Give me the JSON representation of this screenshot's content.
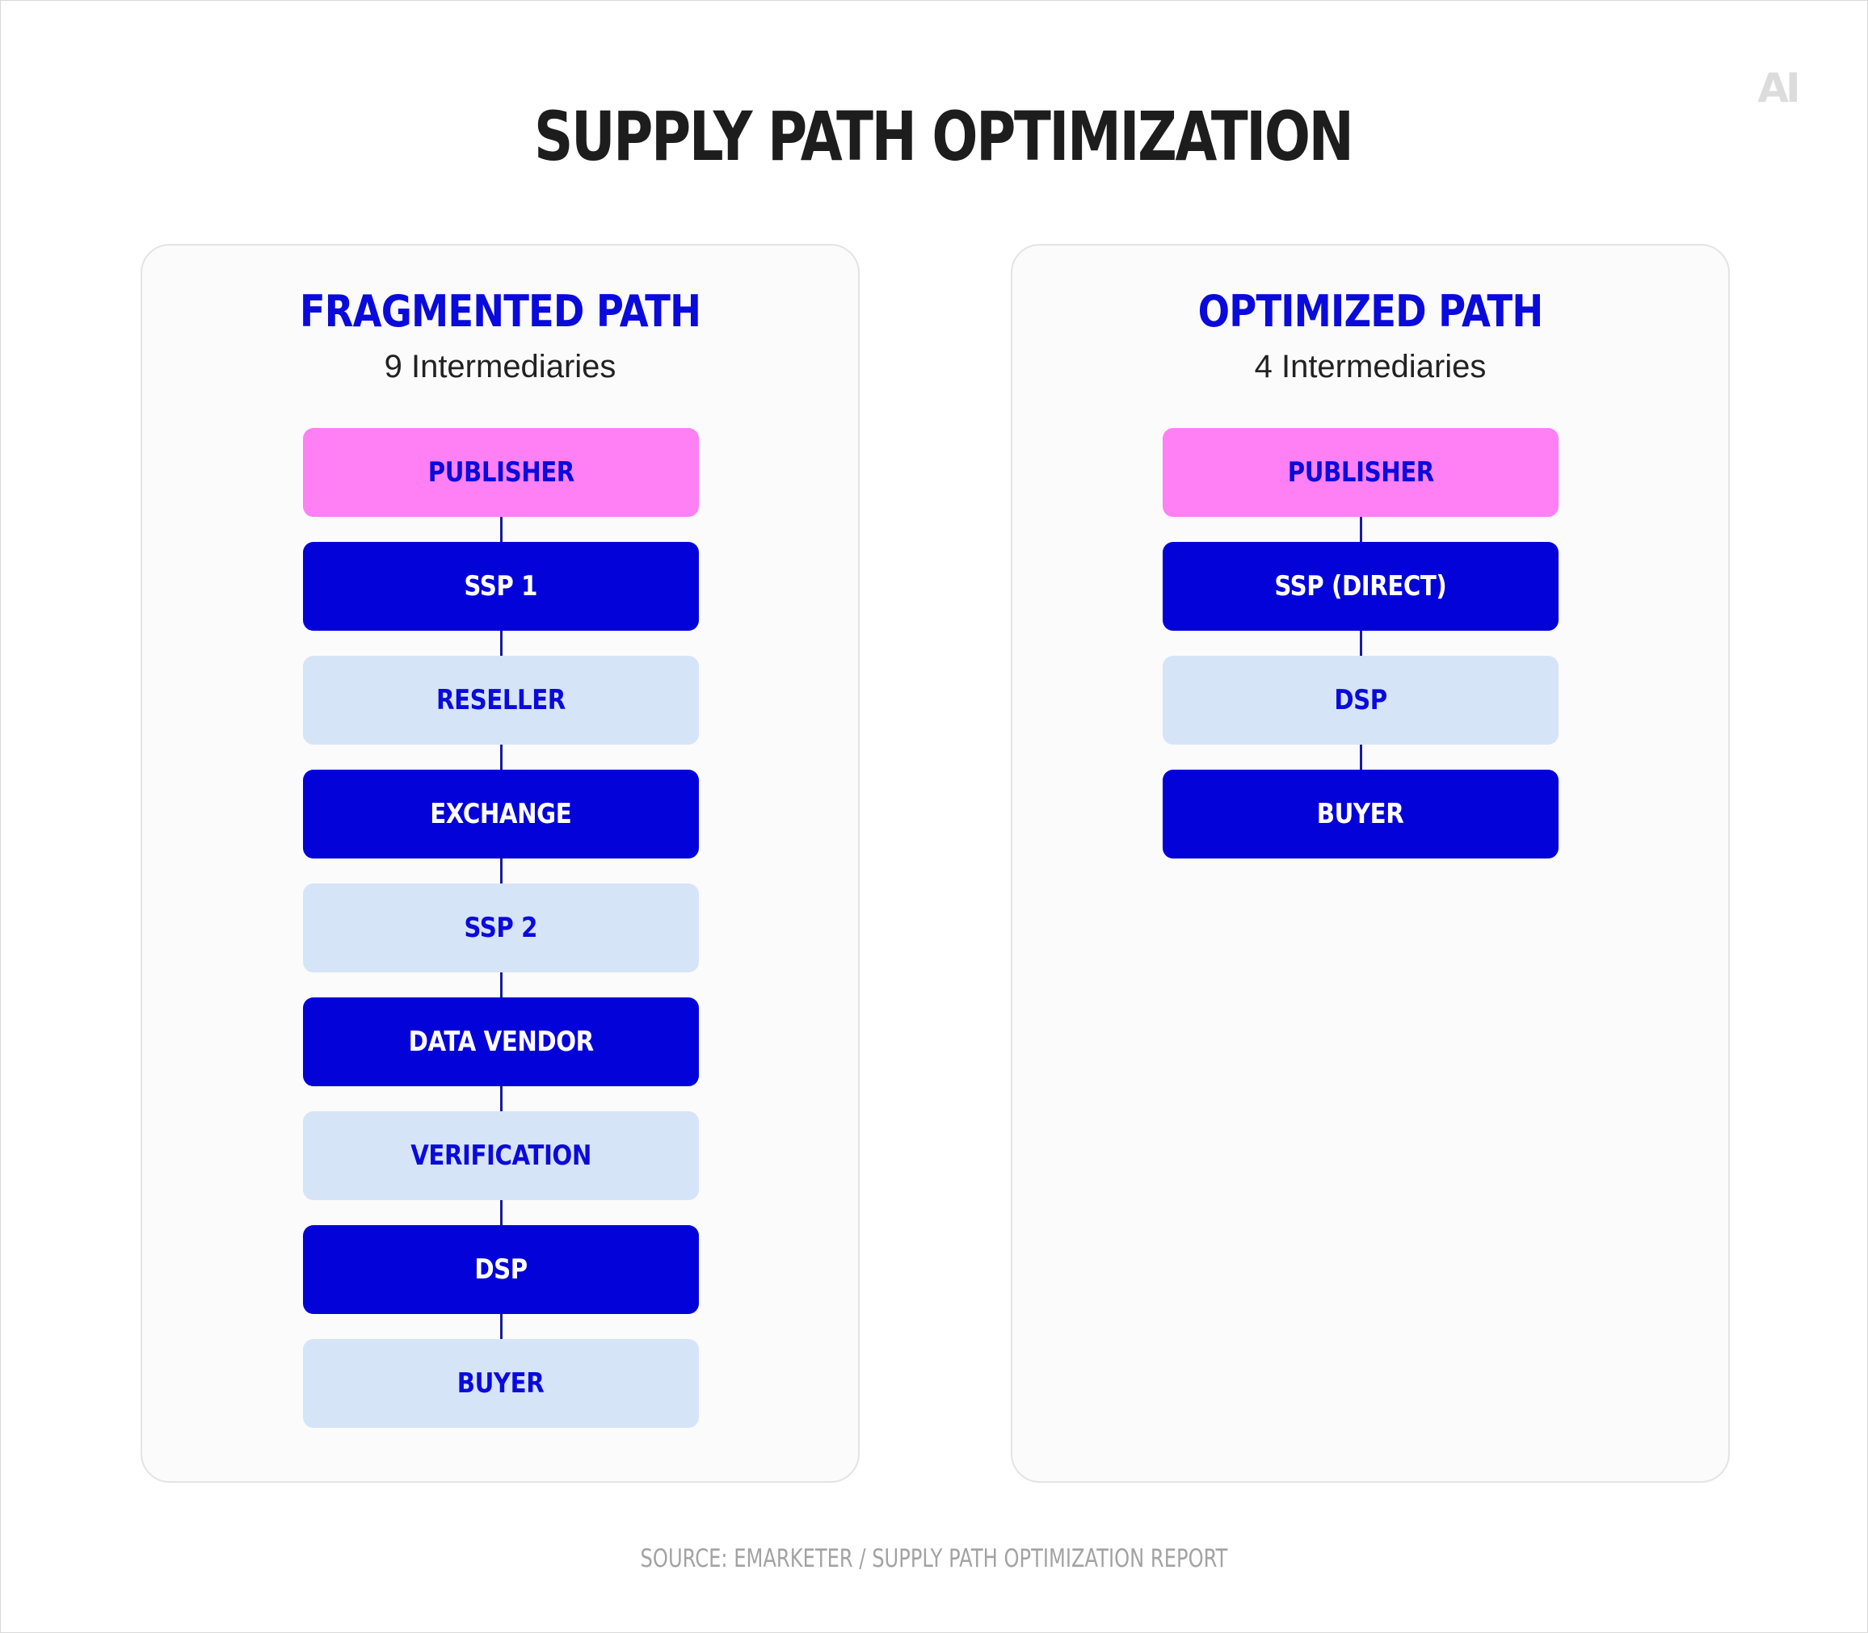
{
  "logo": {
    "text": "AI"
  },
  "title": "SUPPLY PATH OPTIMIZATION",
  "panels": [
    {
      "title": "FRAGMENTED PATH",
      "subtitle": "9 Intermediaries",
      "nodes": [
        {
          "label": "PUBLISHER",
          "style": "pink"
        },
        {
          "label": "SSP 1",
          "style": "dark"
        },
        {
          "label": "RESELLER",
          "style": "light"
        },
        {
          "label": "EXCHANGE",
          "style": "dark"
        },
        {
          "label": "SSP 2",
          "style": "light"
        },
        {
          "label": "DATA VENDOR",
          "style": "dark"
        },
        {
          "label": "VERIFICATION",
          "style": "light"
        },
        {
          "label": "DSP",
          "style": "dark"
        },
        {
          "label": "BUYER",
          "style": "light"
        }
      ]
    },
    {
      "title": "OPTIMIZED PATH",
      "subtitle": "4 Intermediaries",
      "nodes": [
        {
          "label": "PUBLISHER",
          "style": "pink"
        },
        {
          "label": "SSP (DIRECT)",
          "style": "dark"
        },
        {
          "label": "DSP",
          "style": "light"
        },
        {
          "label": "BUYER",
          "style": "dark"
        }
      ]
    }
  ],
  "source": "SOURCE: EMARKETER / SUPPLY PATH OPTIMIZATION REPORT",
  "colors": {
    "publisher": "#ff80f5",
    "dark_node": "#0303d9",
    "light_node": "#d6e4f8",
    "heading_blue": "#0a0adb",
    "connector": "#1a1a9a"
  }
}
